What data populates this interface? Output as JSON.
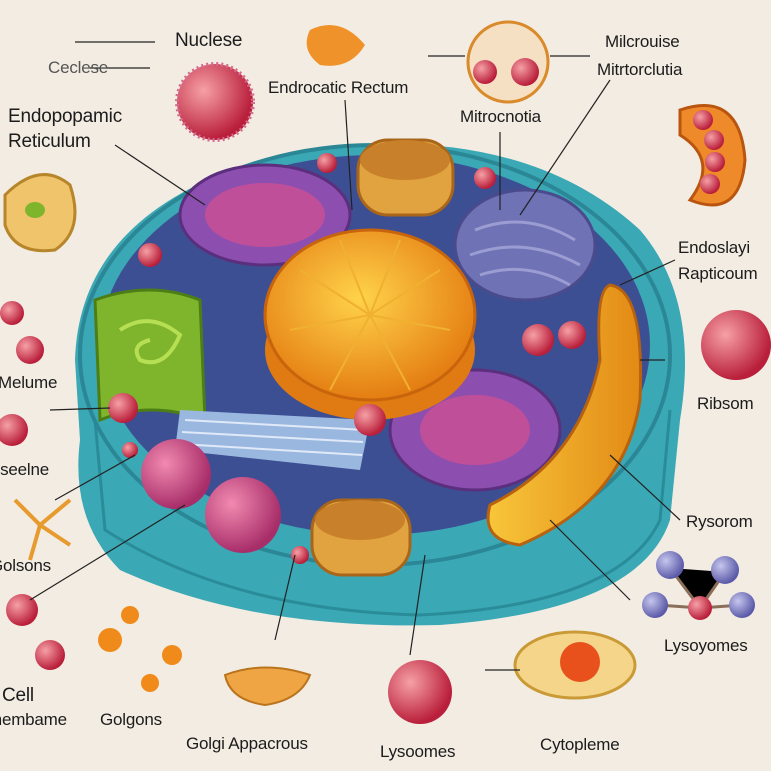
{
  "title": "Animal cell diagram",
  "labels": {
    "nuclese": "Nuclese",
    "ceclese": "Ceclese",
    "endopopamic_1": "Endopopamic",
    "endopopamic_2": "Reticulum",
    "endrocatic": "Endrocatic Rectum",
    "mitrocnotia": "Mitrocnotia",
    "milcrouise": "Milcrouise",
    "mitrtorclutia": "Mitrtorclutia",
    "endoslayi_1": "Endoslayi",
    "endoslayi_2": "Rapticoum",
    "melume": "Melume",
    "rseelne": "Rseelne",
    "golsons": "Golsons",
    "ribsom": "Ribsom",
    "rysorom": "Rysorom",
    "lysoyomes": "Lysoyomes",
    "cell_1": "Cell",
    "cell_2": "membame",
    "golgons": "Golgons",
    "golgi": "Golgi Appacrous",
    "lysoomes": "Lysoomes",
    "cytopleme": "Cytopleme"
  },
  "colors": {
    "background": "#f3ece2",
    "membrane": "#3aa8b5",
    "cytoplasm": "#3c4f93",
    "nucleus": "#f2a11f",
    "mitochondria": "#8c4fb0",
    "golgi_green": "#7fb52c",
    "vesicle": "#d93d55"
  }
}
